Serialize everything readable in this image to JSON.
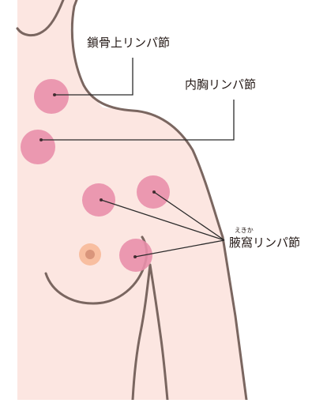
{
  "labels": {
    "clavicle": "鎖骨上リンパ節",
    "internal_thoracic": "内胸リンパ節",
    "axillary": "腋窩リンパ節",
    "axillary_ruby": "えきか"
  },
  "colors": {
    "skin": "#FCE6E1",
    "outline": "#7A6660",
    "node": "#E98FAB",
    "node_dot": "#4A2E34",
    "leader": "#2B2B2B",
    "areola": "#F8BEA0",
    "nipple": "#D9957B",
    "text": "#231815"
  }
}
